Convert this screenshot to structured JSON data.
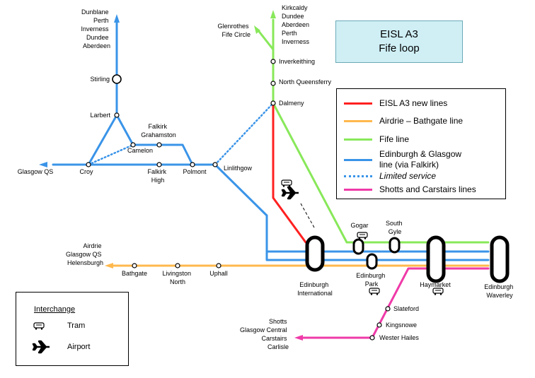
{
  "title": {
    "line1": "EISL A3",
    "line2": "Fife loop"
  },
  "legend": {
    "items": [
      {
        "label": "EISL A3 new lines",
        "color": "#ff2020",
        "style": "solid"
      },
      {
        "label": "Airdrie – Bathgate line",
        "color": "#ffb84d",
        "style": "solid"
      },
      {
        "label": "Fife line",
        "color": "#88e85a",
        "style": "solid"
      },
      {
        "label_1": "Edinburgh & Glasgow",
        "label_2": "line (via Falkirk)",
        "color": "#3a94e8",
        "style": "solid"
      },
      {
        "label": "Limited service",
        "color": "#3a94e8",
        "style": "dotted"
      },
      {
        "label": "Shotts and Carstairs lines",
        "color": "#ef3aa8",
        "style": "solid"
      }
    ]
  },
  "interchange": {
    "title": "Interchange",
    "tram": "Tram",
    "airport": "Airport"
  },
  "stations": {
    "dunblane_dest": [
      "Dunblane",
      "Perth",
      "Inverness",
      "Dundee",
      "Aberdeen"
    ],
    "stirling": "Stirling",
    "larbert": "Larbert",
    "falkirk_grahamston": [
      "Falkirk",
      "Grahamston"
    ],
    "camelon": "Camelon",
    "glasgow_qs": "Glasgow QS",
    "croy": "Croy",
    "falkirk_high": [
      "Falkirk",
      "High"
    ],
    "polmont": "Polmont",
    "linlithgow": "Linlithgow",
    "glenrothes_dest": [
      "Glenrothes",
      "Fife Circle"
    ],
    "kirkcaldy_dest": [
      "Kirkcaldy",
      "Dundee",
      "Aberdeen",
      "Perth",
      "Inverness"
    ],
    "inverkeithing": "Inverkeithing",
    "north_queensferry": "North Queensferry",
    "dalmeny": "Dalmeny",
    "airdrie_dest": [
      "Airdrie",
      "Glasgow QS",
      "Helensburgh"
    ],
    "bathgate": "Bathgate",
    "livingston_north": [
      "Livingston",
      "North"
    ],
    "uphall": "Uphall",
    "edinburgh_international": [
      "Edinburgh",
      "International"
    ],
    "gogar": "Gogar",
    "south_gyle": [
      "South",
      "Gyle"
    ],
    "edinburgh_park": [
      "Edinburgh",
      "Park"
    ],
    "haymarket": "Haymarket",
    "edinburgh_waverley": [
      "Edinburgh",
      "Waverley"
    ],
    "slateford": "Slateford",
    "kingsknowe": "Kingsnowe",
    "wester_hailes": "Wester Hailes",
    "shotts_dest": [
      "Shotts",
      "Glasgow Central",
      "Carstairs",
      "Carlisle"
    ]
  },
  "colors": {
    "eisl": "#ff2020",
    "airdrie": "#ffb84d",
    "fife": "#88e85a",
    "eg": "#3a94e8",
    "shotts": "#ef3aa8",
    "interchange": "#000000"
  },
  "icons": {
    "tram": "tram-icon",
    "airport": "airplane-icon"
  }
}
